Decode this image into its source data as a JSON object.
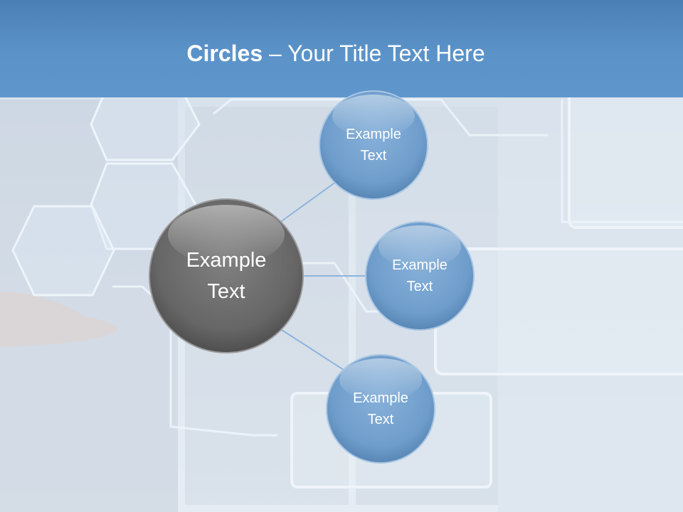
{
  "slide": {
    "title_bold": "Circles",
    "title_rest": " – Your Title Text Here"
  },
  "diagram": {
    "center": {
      "line1": "Example",
      "line2": "Text",
      "color": "#6d6d6d"
    },
    "satellites": [
      {
        "line1": "Example",
        "line2": "Text"
      },
      {
        "line1": "Example",
        "line2": "Text"
      },
      {
        "line1": "Example",
        "line2": "Text"
      }
    ],
    "satellite_color": "#7aa6d2",
    "connector_color": "#8db4dc"
  }
}
